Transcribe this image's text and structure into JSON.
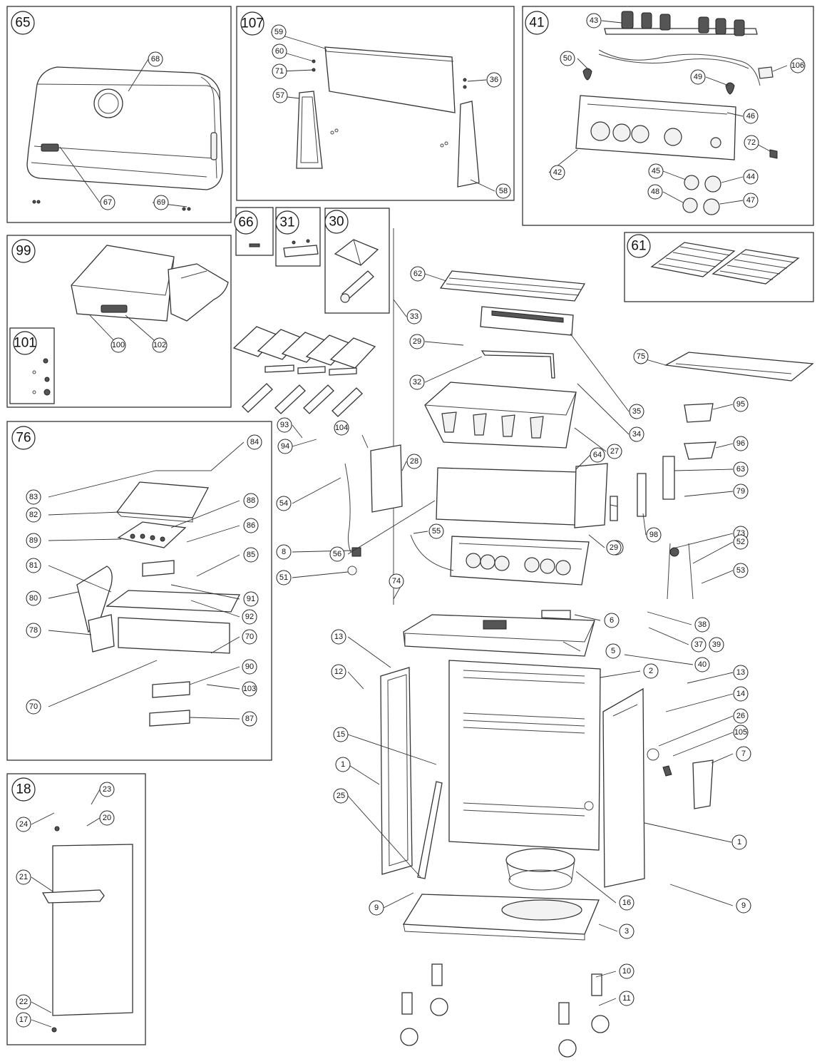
{
  "diagram": {
    "box_labels": [
      "65",
      "107",
      "41",
      "66",
      "31",
      "30",
      "99",
      "101",
      "61",
      "76",
      "18"
    ],
    "callouts": [
      "68",
      "67",
      "69",
      "59",
      "60",
      "71",
      "57",
      "36",
      "58",
      "43",
      "50",
      "106",
      "49",
      "46",
      "72",
      "42",
      "45",
      "44",
      "48",
      "47",
      "62",
      "33",
      "29",
      "32",
      "35",
      "34",
      "27",
      "75",
      "95",
      "96",
      "28",
      "64",
      "63",
      "79",
      "98",
      "97",
      "93",
      "94",
      "104",
      "54",
      "8",
      "51",
      "56",
      "55",
      "29",
      "73",
      "52",
      "53",
      "74",
      "6",
      "38",
      "37",
      "39",
      "40",
      "5",
      "13",
      "12",
      "2",
      "13",
      "14",
      "26",
      "105",
      "7",
      "15",
      "1",
      "25",
      "16",
      "1",
      "9",
      "9",
      "3",
      "10",
      "11",
      "84",
      "83",
      "82",
      "88",
      "86",
      "89",
      "85",
      "81",
      "80",
      "91",
      "92",
      "78",
      "70",
      "70",
      "90",
      "103",
      "87",
      "23",
      "20",
      "24",
      "21",
      "22",
      "17",
      "100",
      "102"
    ]
  }
}
